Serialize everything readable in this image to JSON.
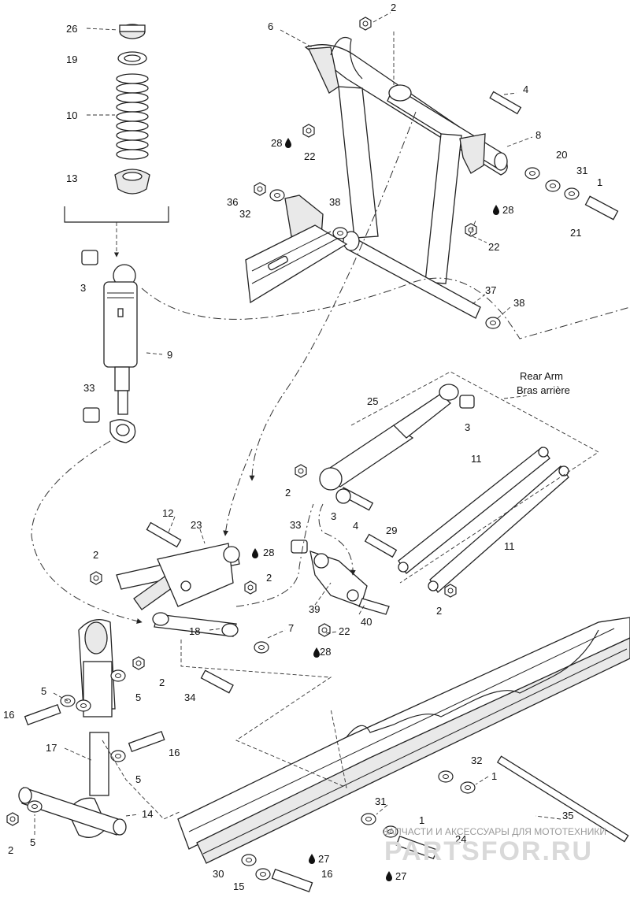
{
  "callouts": [
    {
      "id": "c26a",
      "label": "26"
    },
    {
      "id": "c19",
      "label": "19"
    },
    {
      "id": "c10",
      "label": "10"
    },
    {
      "id": "c13",
      "label": "13"
    },
    {
      "id": "c3a",
      "label": "3"
    },
    {
      "id": "c9",
      "label": "9"
    },
    {
      "id": "c33a",
      "label": "33"
    },
    {
      "id": "c6",
      "label": "6"
    },
    {
      "id": "c2a",
      "label": "2"
    },
    {
      "id": "c4a",
      "label": "4"
    },
    {
      "id": "c28a",
      "label": "28"
    },
    {
      "id": "c22a",
      "label": "22"
    },
    {
      "id": "c8",
      "label": "8"
    },
    {
      "id": "c20",
      "label": "20"
    },
    {
      "id": "c31a",
      "label": "31"
    },
    {
      "id": "c1a",
      "label": "1"
    },
    {
      "id": "c21",
      "label": "21"
    },
    {
      "id": "c36",
      "label": "36"
    },
    {
      "id": "c32a",
      "label": "32"
    },
    {
      "id": "c38a",
      "label": "38"
    },
    {
      "id": "c28b",
      "label": "28"
    },
    {
      "id": "c22b",
      "label": "22"
    },
    {
      "id": "c37",
      "label": "37"
    },
    {
      "id": "c38b",
      "label": "38"
    },
    {
      "id": "c25",
      "label": "25"
    },
    {
      "id": "c3b",
      "label": "3"
    },
    {
      "id": "c11a",
      "label": "11"
    },
    {
      "id": "c11b",
      "label": "11"
    },
    {
      "id": "c2b",
      "label": "2"
    },
    {
      "id": "c3c",
      "label": "3"
    },
    {
      "id": "c4b",
      "label": "4"
    },
    {
      "id": "c29",
      "label": "29"
    },
    {
      "id": "c33b",
      "label": "33"
    },
    {
      "id": "c12",
      "label": "12"
    },
    {
      "id": "c23",
      "label": "23"
    },
    {
      "id": "c2c",
      "label": "2"
    },
    {
      "id": "c28c",
      "label": "28"
    },
    {
      "id": "c2d",
      "label": "2"
    },
    {
      "id": "c39",
      "label": "39"
    },
    {
      "id": "c22c",
      "label": "22"
    },
    {
      "id": "c40",
      "label": "40"
    },
    {
      "id": "c2e",
      "label": "2"
    },
    {
      "id": "c18",
      "label": "18"
    },
    {
      "id": "c7",
      "label": "7"
    },
    {
      "id": "c28d",
      "label": "28"
    },
    {
      "id": "c34",
      "label": "34"
    },
    {
      "id": "c2f",
      "label": "2"
    },
    {
      "id": "c5a",
      "label": "5"
    },
    {
      "id": "c5b",
      "label": "5"
    },
    {
      "id": "c16a",
      "label": "16"
    },
    {
      "id": "c17",
      "label": "17"
    },
    {
      "id": "c16b",
      "label": "16"
    },
    {
      "id": "c5c",
      "label": "5"
    },
    {
      "id": "c14",
      "label": "14"
    },
    {
      "id": "c2g",
      "label": "2"
    },
    {
      "id": "c5d",
      "label": "5"
    },
    {
      "id": "c32b",
      "label": "32"
    },
    {
      "id": "c1b",
      "label": "1"
    },
    {
      "id": "c35",
      "label": "35"
    },
    {
      "id": "c31b",
      "label": "31"
    },
    {
      "id": "c1c",
      "label": "1"
    },
    {
      "id": "c24",
      "label": "24"
    },
    {
      "id": "c30",
      "label": "30"
    },
    {
      "id": "c15",
      "label": "15"
    },
    {
      "id": "c27a",
      "label": "27"
    },
    {
      "id": "c16c",
      "label": "16"
    },
    {
      "id": "c27b",
      "label": "27"
    }
  ],
  "rear_arm_label_en": "Rear Arm",
  "rear_arm_label_fr": "Bras arrière",
  "watermark_text": "ЗАПЧАСТИ И АКСЕССУАРЫ ДЛЯ МОТОТЕХНИКИ",
  "watermark_logo": "PARTSFOR.RU",
  "drop_icon": "oil-drop-icon"
}
